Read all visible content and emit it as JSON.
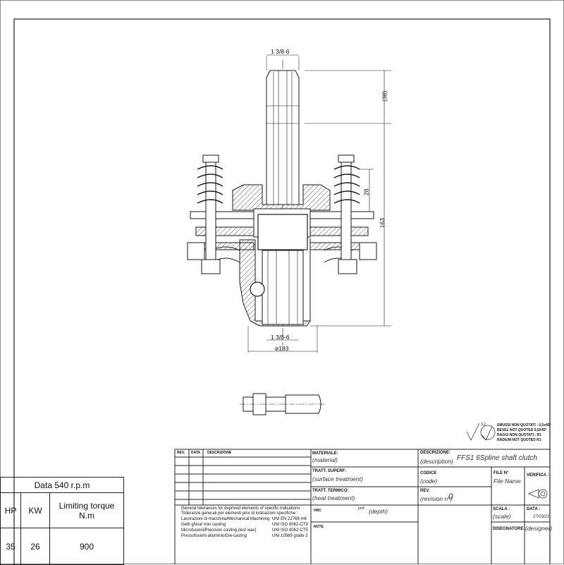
{
  "dimensions": {
    "top_spline": "1 3/8-6",
    "bottom_spline": "1 3/8-6",
    "height_38": "(38)",
    "height_28": "28",
    "height_163": "163",
    "diameter_183": "ø183"
  },
  "notes": {
    "line1": "SMUSSI NON QUOTATI : 0,5x45°",
    "line2": "BEVEL NOT QUOTED 0,5X45°",
    "line3": "RAGGI NON QUOTATI : R1",
    "line4": "RADIUM NOT QUOTED R1",
    "roughness": "3,2"
  },
  "revision_block": {
    "rev": "REV.",
    "data": "DATA",
    "descrizione": "DESCRIZIONE"
  },
  "general": {
    "line1": "General tolerances for deprived elements of specific indications :",
    "line2": "Tolleranze generali per elementi privi di indicazioni specifiche :",
    "rows": [
      {
        "left": "Lavorazioni di macchina/Mechanical Machining",
        "right": "UNI EN 22768-mK"
      },
      {
        "left": "Getti ghisa/ Iron casting",
        "right": "UNI ISO 8062-CT9"
      },
      {
        "left": "Microfusioni/Precision casting (lost wax)",
        "right": "UNI ISO 8062-CT5"
      },
      {
        "left": "Pressofusioni alluminio/Die-casting",
        "right": "UNI 10589 grade 2"
      }
    ]
  },
  "title_block": {
    "materiale_label": "MATERIALE:",
    "materiale_value": "(material)",
    "tratt_superf_label": "TRATT. SUPERF:",
    "tratt_superf_value": "(surface treatment)",
    "tratt_termico_label": "TRATT. TERMICO:",
    "tratt_termico_value": "(heat treatment)",
    "hrc_label": "HRC",
    "prof_label": "prof.",
    "prof_value": "(depth)",
    "note_label": "NOTE",
    "descrizione_label": "DESCRIZIONE:",
    "descrizione_value": "(description)",
    "title": "FFS1 6Spline shaft clutch",
    "codice_label": "CODICE",
    "codice_value": "(code)",
    "rev_label": "REV.",
    "rev_value": "(revision n°)",
    "rev_number": "0",
    "file_label": "FILE N°",
    "file_value": "File Name",
    "verifica_label": "VERIFICA :",
    "scala_label": "SCALA :",
    "scala_value": "(scale)",
    "data_label": "DATA :",
    "data_value": "27/03/21",
    "designer_label": "DISEGNATORE:",
    "designer_value": "(designer)"
  },
  "data_table": {
    "title": "Data 540 r.p.m",
    "headers": [
      "HP",
      "KW",
      "Limiting torque N.m"
    ],
    "row": [
      "35",
      "26",
      "900"
    ]
  },
  "colors": {
    "line": "#1a1a1a",
    "hatch": "#555555"
  }
}
